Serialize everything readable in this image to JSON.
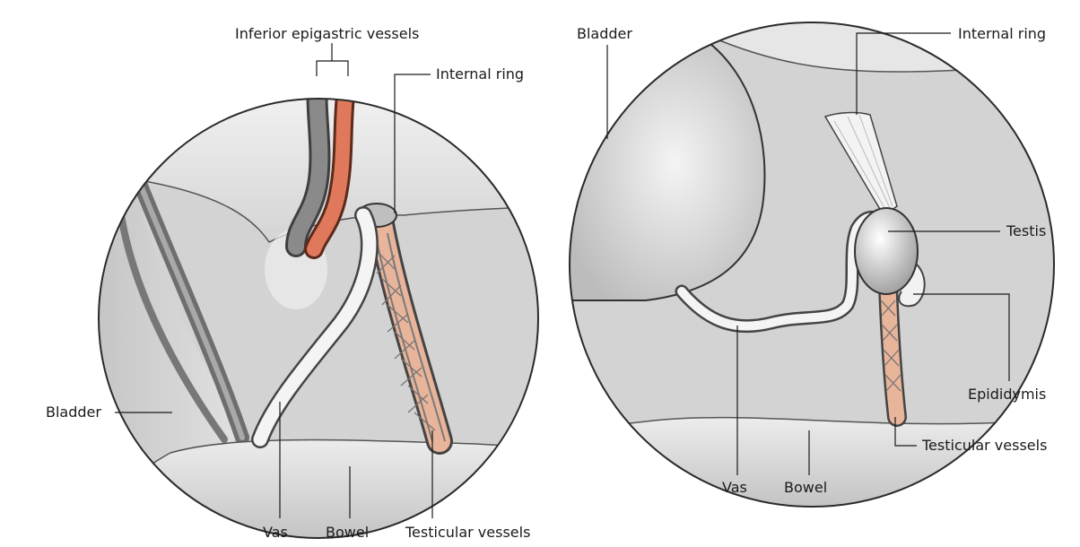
{
  "left_panel": {
    "labels": {
      "inferior_epigastric_vessels": "Inferior epigastric vessels",
      "internal_ring": "Internal ring",
      "bladder": "Bladder",
      "vas": "Vas",
      "bowel": "Bowel",
      "testicular_vessels": "Testicular vessels"
    }
  },
  "right_panel": {
    "labels": {
      "bladder": "Bladder",
      "internal_ring": "Internal ring",
      "testis": "Testis",
      "epididymis": "Epididymis",
      "testicular_vessels": "Testicular vessels",
      "vas": "Vas",
      "bowel": "Bowel"
    }
  },
  "colors": {
    "tissue": "#d9d9d9",
    "tissue_dark": "#9a9a9a",
    "artery": "#e0785c",
    "vein": "#7a7a7a",
    "vas": "#f4f4f4",
    "vessel_strand": "#e8b49a",
    "outline": "#333333"
  }
}
